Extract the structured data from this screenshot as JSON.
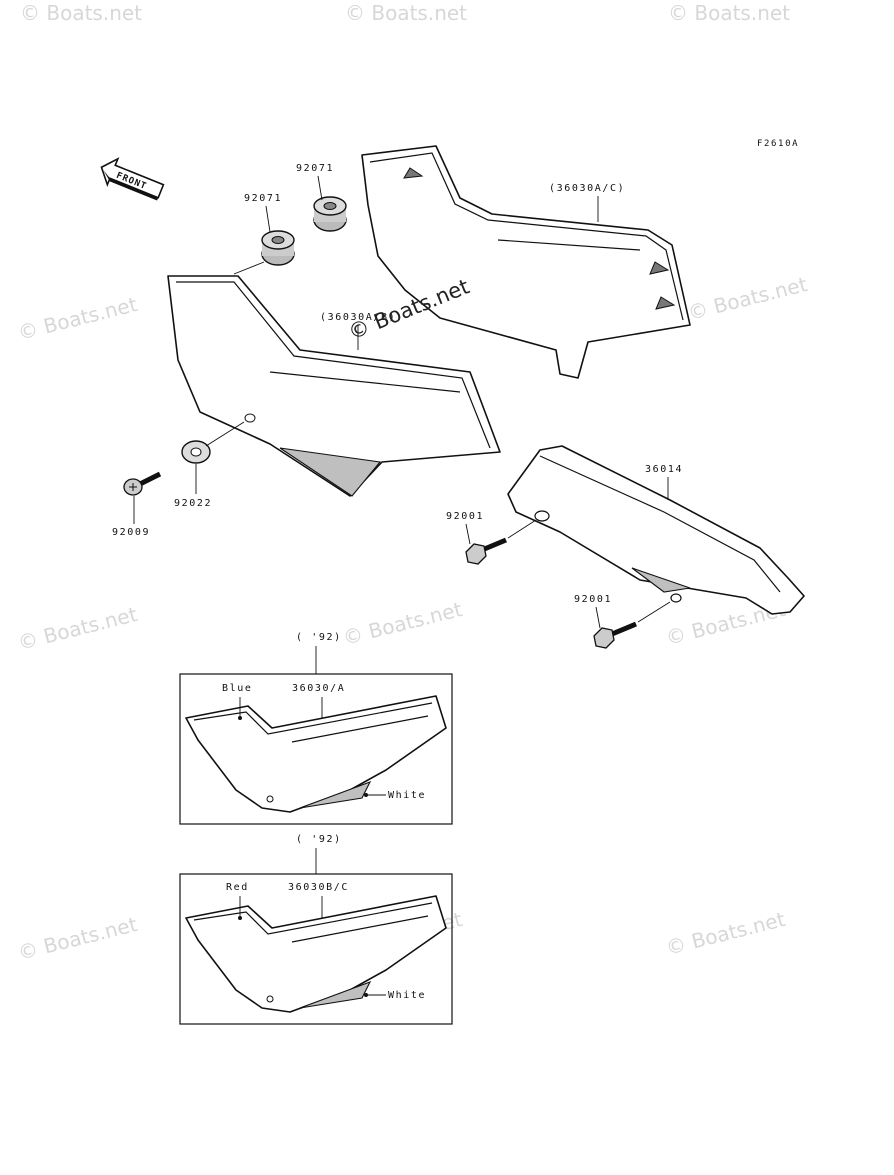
{
  "figure_code": "F2610A",
  "front_label": "FRONT",
  "watermark": "© Boats.net",
  "callouts": {
    "grommet_upper": "92071",
    "grommet_lower": "92071",
    "cover_right": "(36030A/C)",
    "cover_left": "(36030A/B)",
    "washer": "92022",
    "screw": "92009",
    "chain_cover": "36014",
    "bolt_upper": "92001",
    "bolt_lower": "92001"
  },
  "inset_a": {
    "year": "( '92)",
    "part": "36030/A",
    "color_top": "Blue",
    "color_bottom": "White"
  },
  "inset_b": {
    "year": "( '92)",
    "part": "36030B/C",
    "color_top": "Red",
    "color_bottom": "White"
  }
}
